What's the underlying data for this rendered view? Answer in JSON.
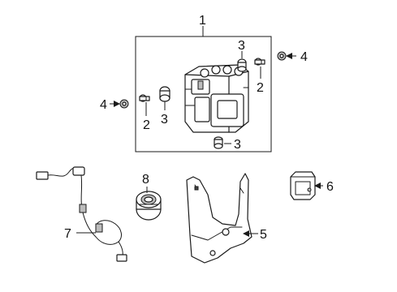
{
  "callouts": {
    "c1": "1",
    "c2a": "2",
    "c2b": "2",
    "c3a": "3",
    "c3b": "3",
    "c3c": "3",
    "c4a": "4",
    "c4b": "4",
    "c5": "5",
    "c6": "6",
    "c7": "7",
    "c8": "8"
  }
}
